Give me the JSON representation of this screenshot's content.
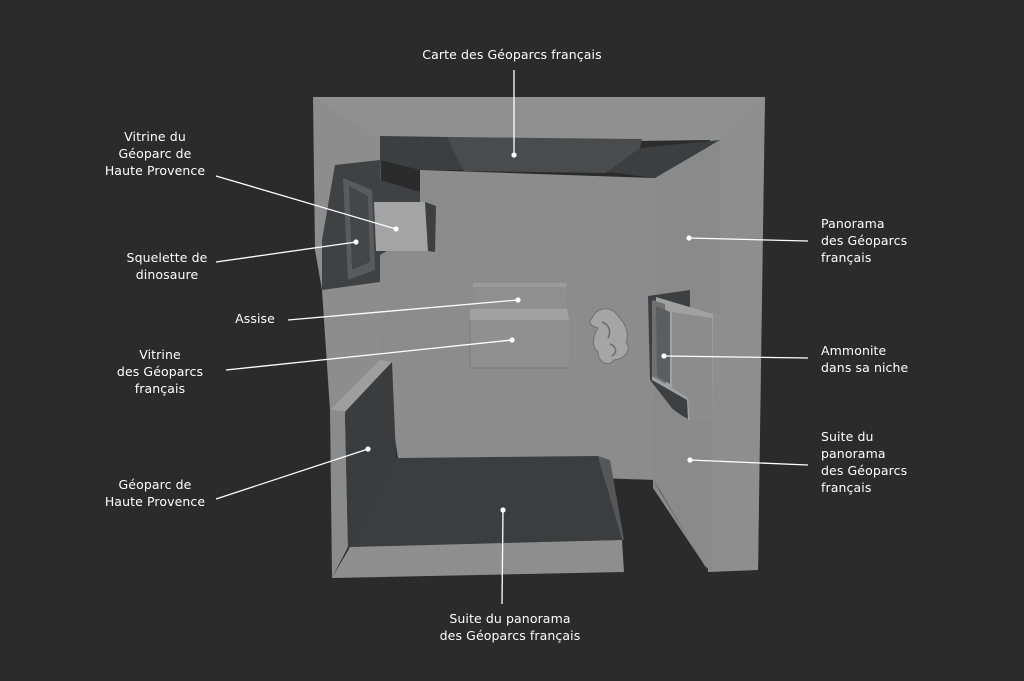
{
  "background_color": "#2b2b2c",
  "model_colors": {
    "wall": "#8e8f8e",
    "floor": "#8b8c8b",
    "dark_surface": "#3f4041",
    "mid_surface": "#6d6e6f",
    "light_surface": "#a0a1a0",
    "leader_line": "#ffffff"
  },
  "labels": {
    "carte": "Carte des Géoparcs français",
    "vitrine_hp": "Vitrine du\nGéoparc de\nHaute Provence",
    "squelette": "Squelette de\ndinosaure",
    "assise": "Assise",
    "vitrine_fr": "Vitrine\ndes Géoparcs\nfrançais",
    "geoparc_hp": "Géoparc de\nHaute Provence",
    "suite_bas": "Suite du panorama\ndes Géoparcs français",
    "panorama": "Panorama\ndes Géoparcs\nfrançais",
    "ammonite": "Ammonite\ndans sa niche",
    "suite_droite": "Suite du\npanorama\ndes Géoparcs\nfrançais"
  }
}
